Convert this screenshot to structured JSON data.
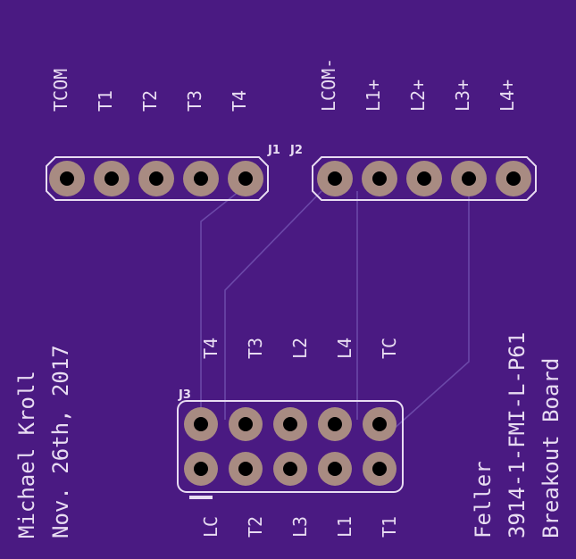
{
  "board": {
    "background_color": "#4a1a82",
    "silkscreen_color": "#e8dcf2",
    "pad_color": "#a88b82",
    "drill_color": "#000000",
    "trace_color": "#6b48a8"
  },
  "connectors": {
    "j1": {
      "name": "J1",
      "pins": [
        "TCOM",
        "T1",
        "T2",
        "T3",
        "T4"
      ]
    },
    "j2": {
      "name": "J2",
      "pins": [
        "LCOM-",
        "L1+",
        "L2+",
        "L3+",
        "L4+"
      ]
    },
    "j3": {
      "name": "J3",
      "top_labels": [
        "T4",
        "T3",
        "L2",
        "L4",
        "TC"
      ],
      "bottom_labels": [
        "LC",
        "T2",
        "L3",
        "L1",
        "T1"
      ]
    }
  },
  "credits": {
    "author": "Michael Kroll",
    "date": "Nov. 26th, 2017"
  },
  "board_title": {
    "line1": "Feller",
    "line2": "3914-1-FMI-L-P61",
    "line3": "Breakout Board"
  }
}
